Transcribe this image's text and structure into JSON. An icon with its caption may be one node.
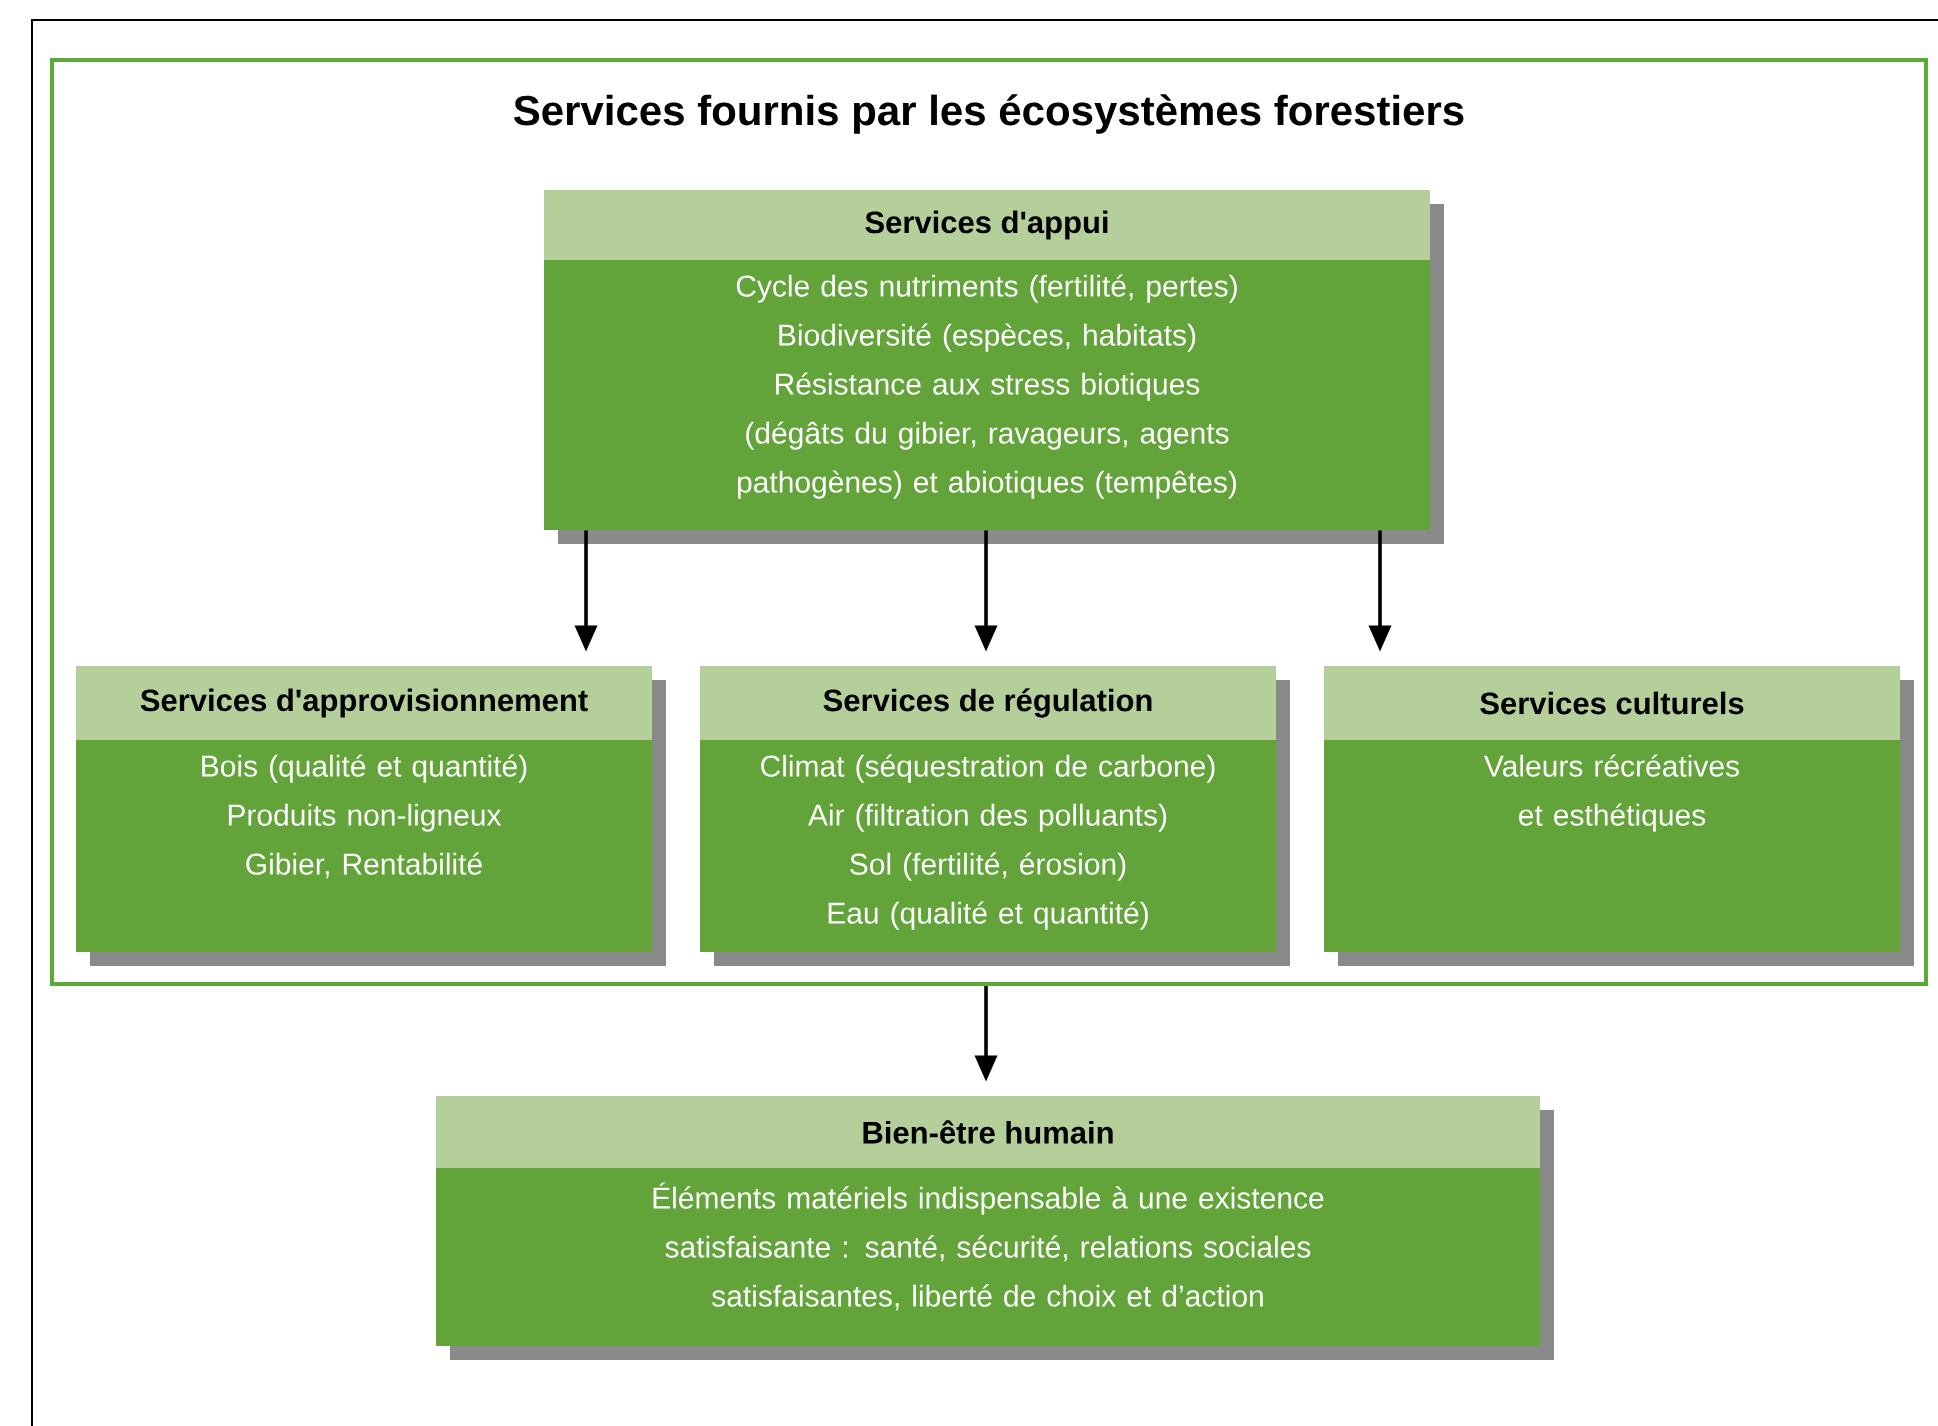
{
  "diagram": {
    "nodes": [
      {
        "text": [
          "Services fournis par les écosystèmes forestiers"
        ]
      },
      {
        "text": [
          "Services d'appui",
          "Cycle des nutriments (fertilité, pertes)",
          "Biodiversité (espèces, habitats)",
          "Résistance aux stress biotiques (dégâts du gibier, ravageurs, agents pathogènes) et abiotiques (tempêtes)"
        ],
        "in": 0
      },
      {
        "text": [
          "Services d'approvisionnement",
          "Bois (qualité et quantité)",
          "Produits non-ligneux",
          "Gibier, Rentabilité"
        ],
        "in": 0
      },
      {
        "text": [
          "Services de régulation",
          "Climat (séquestration de carbone)",
          "Air (filtration des polluants)",
          "Sol (fertilité, érosion)",
          "Eau (qualité et quantité)"
        ],
        "in": 0
      },
      {
        "text": [
          "Services culturels",
          "Valeurs récréatives et esthétiques"
        ],
        "in": 0
      },
      {
        "text": [
          "Bien-être humain",
          "Éléments matériels indispensable à une existence satisfaisante : santé, sécurité, relations sociales satisfaisantes, liberté de choix et d’action"
        ]
      }
    ],
    "edges": [
      {
        "from": 1,
        "to": 2,
        "arrow": "to"
      },
      {
        "from": 1,
        "to": 3,
        "arrow": "to"
      },
      {
        "from": 1,
        "to": 4,
        "arrow": "to"
      },
      {
        "from": 0,
        "to": 5,
        "arrow": "to"
      }
    ]
  }
}
